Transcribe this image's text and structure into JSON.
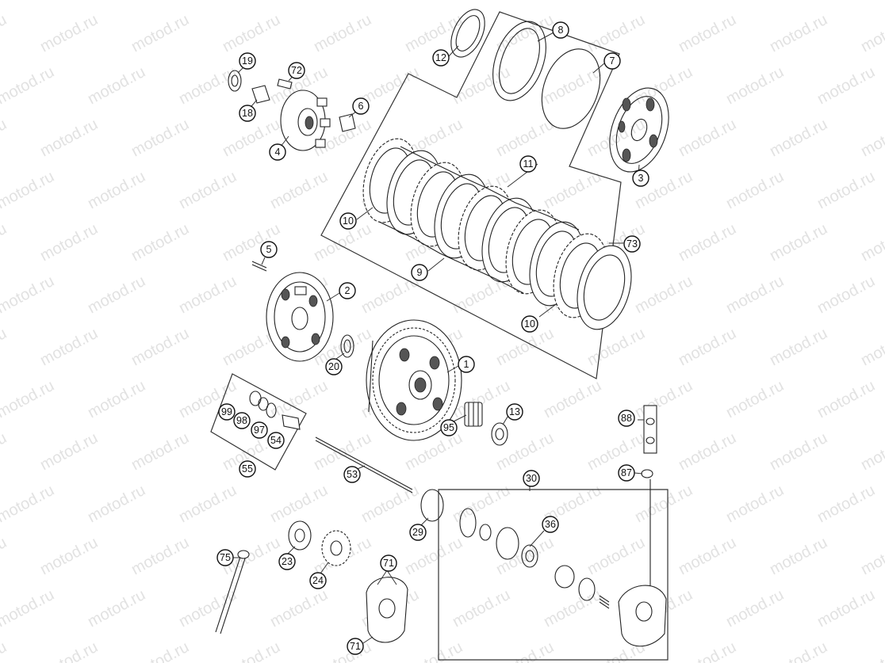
{
  "watermark": "motod.ru",
  "callouts": [
    {
      "id": "c19",
      "label": "19"
    },
    {
      "id": "c72",
      "label": "72"
    },
    {
      "id": "c18",
      "label": "18"
    },
    {
      "id": "c6",
      "label": "6"
    },
    {
      "id": "c4",
      "label": "4"
    },
    {
      "id": "c12",
      "label": "12"
    },
    {
      "id": "c8",
      "label": "8"
    },
    {
      "id": "c7",
      "label": "7"
    },
    {
      "id": "c3",
      "label": "3"
    },
    {
      "id": "c11",
      "label": "11"
    },
    {
      "id": "c10a",
      "label": "10"
    },
    {
      "id": "c73",
      "label": "73"
    },
    {
      "id": "c9",
      "label": "9"
    },
    {
      "id": "c10b",
      "label": "10"
    },
    {
      "id": "c5",
      "label": "5"
    },
    {
      "id": "c2",
      "label": "2"
    },
    {
      "id": "c20",
      "label": "20"
    },
    {
      "id": "c1",
      "label": "1"
    },
    {
      "id": "c99",
      "label": "99"
    },
    {
      "id": "c98",
      "label": "98"
    },
    {
      "id": "c97",
      "label": "97"
    },
    {
      "id": "c54",
      "label": "54"
    },
    {
      "id": "c55",
      "label": "55"
    },
    {
      "id": "c13",
      "label": "13"
    },
    {
      "id": "c95",
      "label": "95"
    },
    {
      "id": "c88",
      "label": "88"
    },
    {
      "id": "c87",
      "label": "87"
    },
    {
      "id": "c53",
      "label": "53"
    },
    {
      "id": "c30",
      "label": "30"
    },
    {
      "id": "c29",
      "label": "29"
    },
    {
      "id": "c36",
      "label": "36"
    },
    {
      "id": "c75",
      "label": "75"
    },
    {
      "id": "c23",
      "label": "23"
    },
    {
      "id": "c24",
      "label": "24"
    },
    {
      "id": "c71a",
      "label": "71"
    },
    {
      "id": "c71b",
      "label": "71"
    }
  ]
}
